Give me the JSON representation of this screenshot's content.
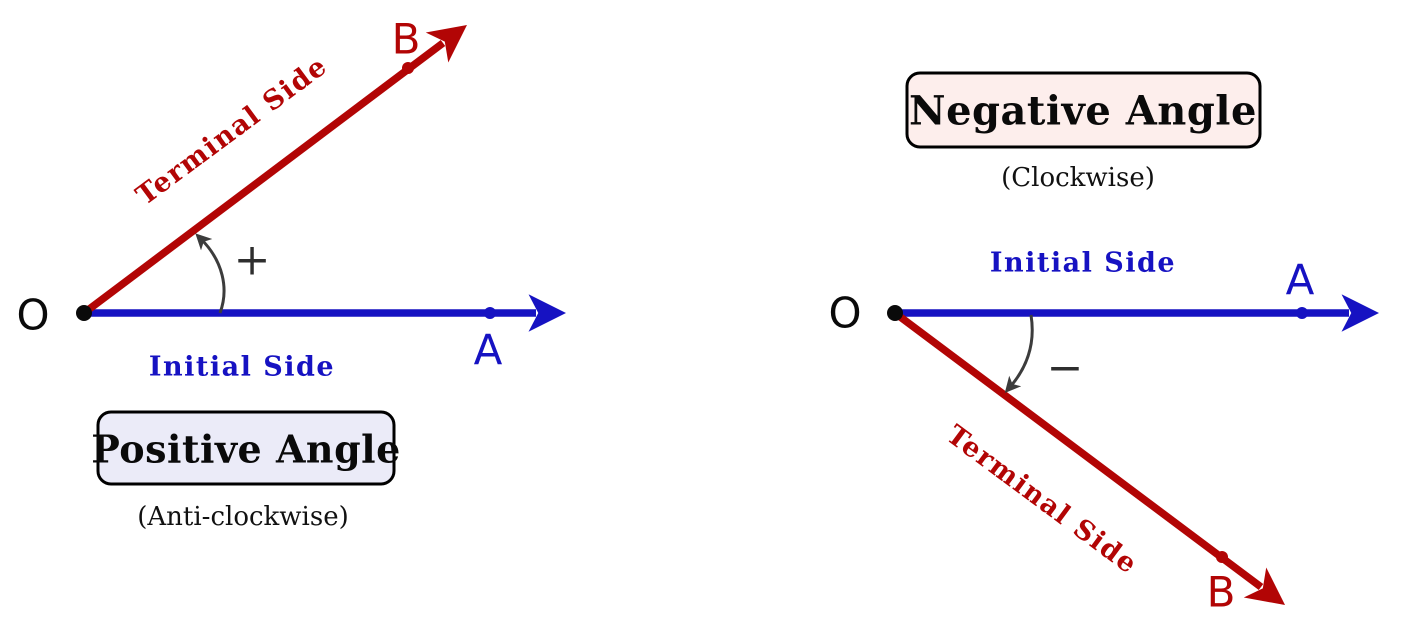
{
  "colors": {
    "red": "#b20505",
    "blue": "#1612c2",
    "arc": "#3c3c3c",
    "sign": "#2e2e2e",
    "black": "#0a0a0a",
    "positive_box_fill": "#ebebf8",
    "negative_box_fill": "#fdeeec",
    "box_border": "#000000"
  },
  "left": {
    "title": "Positive Angle",
    "subtitle": "(Anti-clockwise)",
    "terminal_label": "Terminal Side",
    "initial_label": "Initial Side",
    "origin_label": "O",
    "point_a": "A",
    "point_b": "B",
    "sign": "+"
  },
  "right": {
    "title": "Negative Angle",
    "subtitle": "(Clockwise)",
    "terminal_label": "Terminal Side",
    "initial_label": "Initial Side",
    "origin_label": "O",
    "point_a": "A",
    "point_b": "B",
    "sign": "−"
  }
}
